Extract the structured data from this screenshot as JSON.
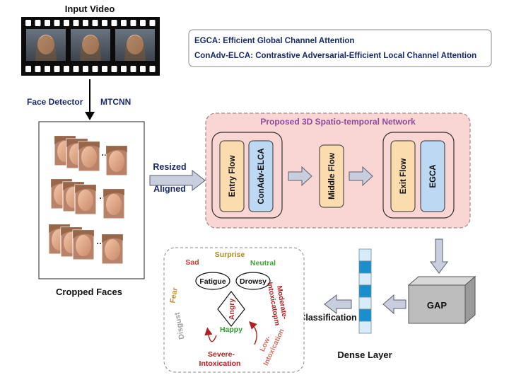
{
  "input_video": {
    "title": "Input Video"
  },
  "legend": {
    "egca_abbr": "EGCA",
    "egca_desc": ": Efficient Global Channel Attention",
    "elca_abbr": "ConAdv-ELCA",
    "elca_desc": ": Contrastive Adversarial-Efficient Local Channel Attention"
  },
  "face_detector": {
    "label": "Face Detector",
    "method": "MTCNN"
  },
  "cropped": {
    "label": "Cropped Faces"
  },
  "preprocess": {
    "resized": "Resized",
    "aligned": "Aligned"
  },
  "network": {
    "title": "Proposed 3D Spatio-temporal Network",
    "entry_flow": "Entry Flow",
    "conadv_elca": "ConAdv-ELCA",
    "middle_flow": "Middle Flow",
    "exit_flow": "Exit Flow",
    "egca": "EGCA"
  },
  "gap": {
    "label": "GAP"
  },
  "dense": {
    "label": "Dense Layer"
  },
  "classification": {
    "label": "Classification"
  },
  "classes": {
    "surprise": "Surprise",
    "sad": "Sad",
    "neutral": "Neutral",
    "fatigue": "Fatigue",
    "drowsy": "Drowsy",
    "fear": "Fear",
    "angry": "Angry",
    "happy": "Happy",
    "disgust": "Disgust",
    "moderate_line1": "Moderate-",
    "moderate_line2": "Intoxicatopm",
    "low_line1": "Low-",
    "low_line2": "Intoxication",
    "severe_line1": "Severe-",
    "severe_line2": "Intoxication"
  },
  "colors": {
    "network_fill": "#f9d5d3",
    "network_stroke": "#9e8a8a",
    "network_title": "#8b4a9c",
    "entry_fill": "#fbdcae",
    "elca_fill": "#bcd8f3",
    "middle_fill": "#fbdcae",
    "arrow_fill": "#c9cede",
    "dense_cell": "#1a8fcc",
    "dense_empty": "#d8ebf8",
    "legend_text": "#1a2a6c",
    "surprise": "#b08a1c",
    "sad": "#d9342b",
    "neutral": "#3ea632",
    "fear": "#c98a2c",
    "happy": "#2e9a2e",
    "disgust": "#a0a0a0",
    "moderate": "#b02020",
    "low": "#d06c5c",
    "severe": "#b02020"
  }
}
